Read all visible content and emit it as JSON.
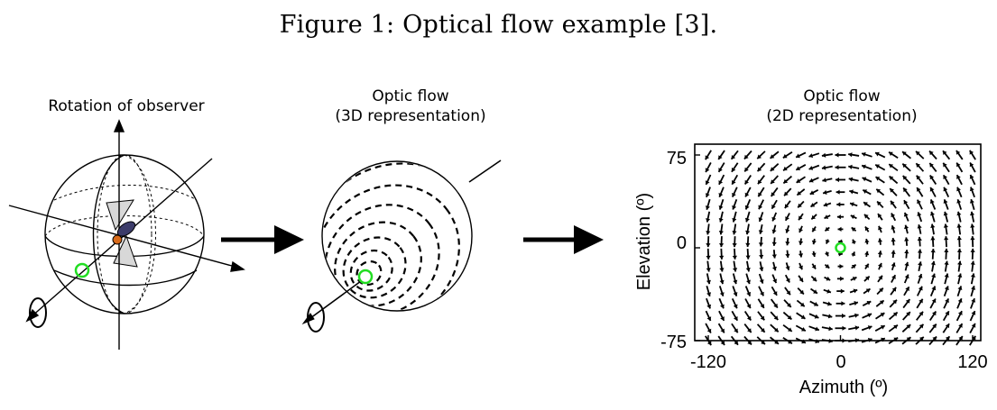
{
  "caption": "Figure 1: Optical flow example [3].",
  "panels": {
    "rotation": {
      "title": "Rotation of observer"
    },
    "flow3d": {
      "title_line1": "Optic flow",
      "title_line2": "(3D representation)"
    },
    "flow2d": {
      "title_line1": "Optic flow",
      "title_line2": "(2D representation)"
    }
  },
  "colors": {
    "focus_ring": "#22dd22",
    "arrow": "#000000",
    "shade": "#d8d8d8"
  },
  "chart_data": {
    "type": "quiver",
    "title": "",
    "xlabel": "Azimuth (º)",
    "ylabel": "Elevation (º)",
    "xlim": [
      -120,
      120
    ],
    "ylim": [
      -75,
      75
    ],
    "x_ticks": [
      "-120",
      "0",
      "120"
    ],
    "y_ticks": [
      "75",
      "0",
      "-75"
    ],
    "center": [
      0,
      0
    ],
    "grid_step_x": 12,
    "grid_step_y": 10,
    "field": "rotation about the (0,0) viewing axis"
  }
}
